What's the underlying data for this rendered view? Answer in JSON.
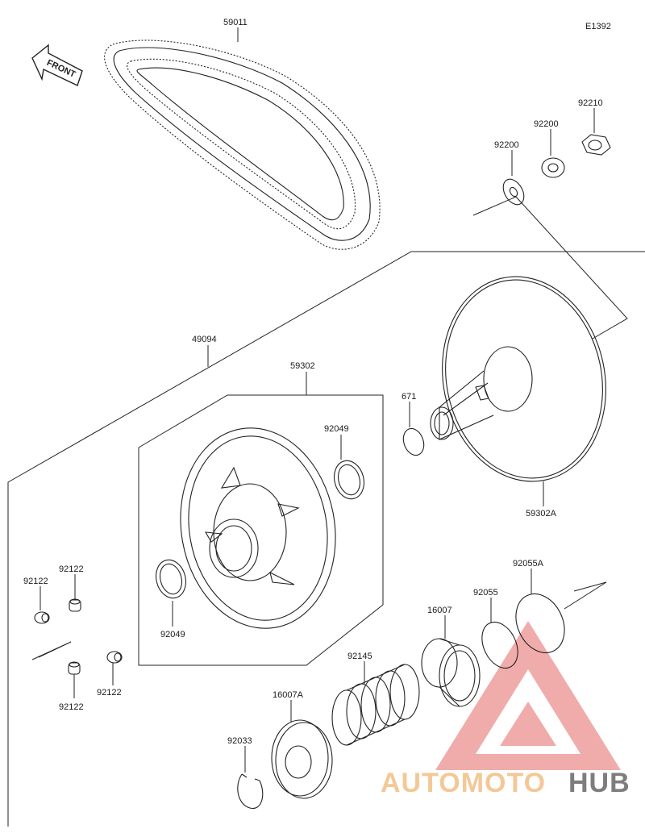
{
  "diagram_code": "E1392",
  "front_label": "FRONT",
  "labels": {
    "belt": "59011",
    "nut": "92210",
    "washer_upper": "92200",
    "washer_lower": "92200",
    "assembly": "49094",
    "sheave_driven": "59302",
    "oring": "671",
    "sheave_fixed": "59302A",
    "bushing_right": "92049",
    "bushing_left": "92049",
    "seal_a": "92055A",
    "seal": "92055",
    "cam": "16007",
    "spring": "92145",
    "cam_a": "16007A",
    "circlip": "92033",
    "roller_1": "92122",
    "roller_2": "92122",
    "roller_3": "92122",
    "roller_4": "92122"
  },
  "watermark": {
    "auto": "AUTO",
    "moto": "MOTO",
    "hub": "HUB",
    "accent_color": "#e0403c"
  }
}
